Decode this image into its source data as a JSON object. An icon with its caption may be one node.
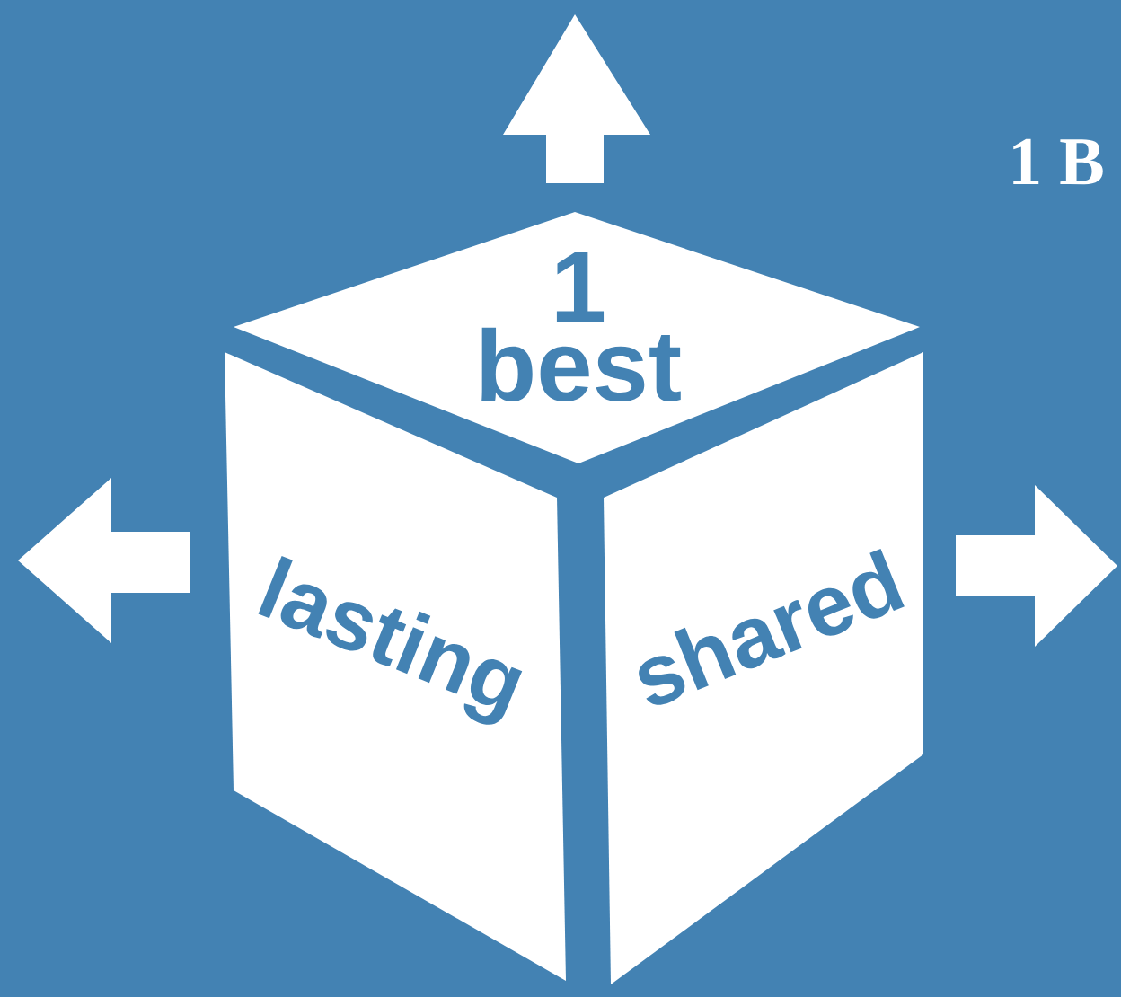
{
  "diagram": {
    "nodes": [
      {
        "text": [
          "1 best"
        ]
      },
      {
        "text": [
          "lasting"
        ]
      },
      {
        "text": [
          "shared"
        ]
      }
    ],
    "labels": [
      "1 B"
    ]
  }
}
